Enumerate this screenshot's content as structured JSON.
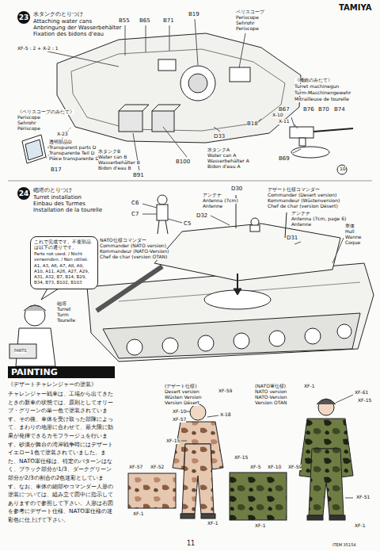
{
  "diagram": {
    "nodes": [
      {
        "text": [
          "23"
        ]
      },
      {
        "text": [
          "24"
        ]
      },
      {
        "text": [
          "これで完成です。不要部品は以下の通りです。",
          "Parts not used. / Nicht verwenden. / Non utilisé.",
          "A1, A3, A6, A7, A8, A9, A10, A11, A26, A27, A29, A31, A32, B7, B14, B29, B34, B73, B102, B103"
        ]
      },
      {
        "text": [
          "PAINTING"
        ]
      }
    ],
    "labels": [
      "TAMIYA",
      "水タンクのとりつけ",
      "Attaching water cans",
      "Anbringung der Wasserbehälter",
      "Fixation des bidons d'eau",
      "B55",
      "B65",
      "B71",
      "B19",
      "XF-5 : 2 + X-2 : 1",
      "ペリスコープ",
      "Periscope",
      "Sehrohr",
      "Periscope",
      "《機銃のみたて》",
      "Turret machinegun",
      "Turm-Maschinengewehr",
      "Mitrailleuse de tourelle",
      "B67",
      "B76",
      "B70",
      "B74",
      "X-10",
      "X-11",
      "B69",
      "10",
      "B18",
      "D33",
      "《ペリスコープのみたて》",
      "Periscope",
      "Sehrohr",
      "Périscope",
      "X-23",
      "透明部品D",
      "Transparent parts D",
      "Transparente Teil D",
      "Pièce transparente D",
      "B17",
      "水タンクB",
      "Water can B",
      "Wasserbehälter B",
      "Bidon d'eau B",
      "B100",
      "水タンクA",
      "Water can A",
      "Wasserbehälter A",
      "Bidon d'eau A",
      "B91",
      "砲塔のとりつけ",
      "Turret installation",
      "Einbau des Turmes",
      "Installation de la tourelle",
      "C6",
      "C7",
      "C5",
      "アンテナ",
      "Antenna (7cm)",
      "Antenne",
      "D30",
      "D32",
      "デザート仕様コマンダー",
      "Commander (Desert version)",
      "Kommandeur (Wüstenversion)",
      "Chef de char (version Désert)",
      "NATO仕様コマンダー",
      "Commander (NATO version)",
      "Kommandeur (NATO-Version)",
      "Chef de char (version OTAN)",
      "アンテナ",
      "Antenna (7cm, page 6)",
      "Antenne",
      "D31",
      "車体",
      "Hull",
      "Wanne",
      "Coque",
      "砲塔",
      "Turret",
      "Turm",
      "Tourelle",
      "PARTS",
      "《デザートチャレンジャーの塗装》",
      "チャレンジャー戦車は、工場から出てきたときの新車の状態では、原則としてオリーブ・グリーンの単一色で塗装されています。その後、車体を受け取った部隊によって、まわりの地形に合わせて、最大限に効果が発揮できるカモフラージュを行います。砂漠が舞台の湾岸戦争時にはデザートイエロー1色で塗装されていました。また、NATO軍仕様は、特定のパターンはなく、ブラック部分が1/3、ダークグリーン部分が2/3の割合の2色迷彩としています。なお、車体の細部やコマンダー人形の塗装については、組み立て図中に指示してありますので参照して下さい。人形は右図を参考にデザート仕様、NATO軍仕様の迷彩色に仕上げて下さい。",
      "(デザート仕様)",
      "Desert version",
      "Wüsten Version",
      "Version Désert",
      "(NATO軍仕様)",
      "NATO version",
      "NATO-Version",
      "Version OTAN",
      "XF-59",
      "XF-10",
      "X-18",
      "XF-57",
      "XF-15",
      "XF-57",
      "XF-52",
      "XF-1",
      "XF-1",
      "XF-1",
      "XF-61",
      "XF-15",
      "XF-15",
      "XF-5",
      "XF-10",
      "XF-59",
      "XF-1",
      "XF-51",
      "XF-1",
      "11",
      "ITEM 35154"
    ]
  }
}
